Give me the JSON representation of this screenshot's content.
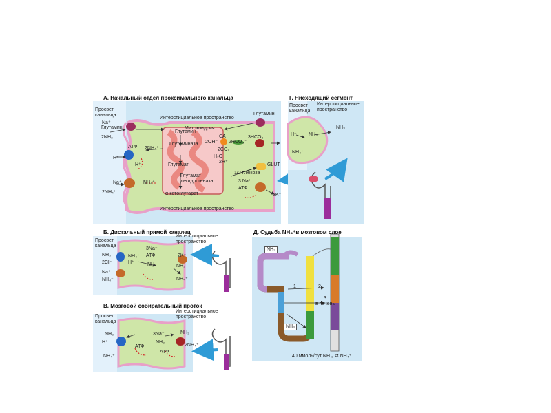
{
  "panelA": {
    "title": "А.  Начальный отдел проксимального канальца",
    "lumen": "Просвет\nканальца",
    "interstitial_top": "Интерстициальное пространство",
    "interstitial_bottom": "Интерстициальное пространство",
    "mito": "Митохондрия",
    "glutamine_l": "Глутамин",
    "glutamine_m": "Глутамин",
    "glutamine_r": "Глутамин",
    "glutaminase": "Глутаминаза",
    "glutamate": "Глутамат",
    "gdh": "Глутамат\nдегидрогеназа",
    "akg": "α-кетоглутарат",
    "na": "Na⁺",
    "two_nh3": "2NH₃",
    "atp": "АТФ",
    "two_nh4": "2NH₄⁺",
    "h1": "H⁺",
    "h2": "H⁺",
    "na2": "Na⁺",
    "two_nh4_b": "2NH₄⁺",
    "nh4": "NH₄⁺",
    "two_oh": "2OH⁻",
    "two_hco3": "2HCO₃⁻",
    "three_hco3": "3HCO₃⁻",
    "ca": "CA",
    "two_co2": "2CO₂",
    "h2o": "H₂O",
    "two_h": "2H⁺",
    "half_glucose": "1/2 глюкоза",
    "glut": "GLUT",
    "three_na": "3 Na⁺",
    "atp2": "АТФ",
    "two_k": "2K⁺"
  },
  "panelG": {
    "title": "Г.  Нисходящий сегмент",
    "lumen": "Просвет\nканальца",
    "interstitial": "Интерстициальное\nпространство",
    "h": "H⁺",
    "nh3": "NH₃",
    "nh3_r": "NH₃",
    "nh4": "NH₄⁺"
  },
  "panelB": {
    "title": "Б.  Дистальный прямой каналец",
    "lumen": "Просвет\nканальца",
    "interstitial": "Интерстициальное\nпространство",
    "nh3": "NH₃",
    "nh4": "NH₄⁺",
    "two_cl": "2Cl⁻",
    "na": "Na⁺",
    "nh4_b": "NH₄⁺",
    "three_na": "3Na⁺",
    "atp": "АТФ",
    "two_k": "2K⁺",
    "h": "H⁺",
    "nh3_m": "NH₃",
    "nh3_r": "NH₃",
    "nh4_r": "NH₄⁺"
  },
  "panelV": {
    "title": "В.  Мозговой собирательный проток",
    "lumen": "Просвет\nканальца",
    "interstitial": "Интерстициальное\nпространство",
    "nh3": "NH₃",
    "h": "H⁺",
    "nh4": "NH₄⁺",
    "three_na": "3Na⁺",
    "atp": "АТФ",
    "nh3_m": "NH₃",
    "nh3_r": "NH₃",
    "two_nh4": "2NH₄⁺",
    "atp2": "АТФ"
  },
  "panelD": {
    "title": "Д.  Судьба NH₄⁺в мозговом слое",
    "nh3_top": "NH₃",
    "nh3_bottom": "NH₃",
    "n1": "1",
    "n2": "2",
    "n3": "3",
    "liver": "в печень",
    "footer": "40 ммоль/сут NH ₃ ⇄ NH₄⁺"
  },
  "colors": {
    "interstitial": "#cfe7f5",
    "cell": "#cfe6a8",
    "membrane": "#e8a0c8",
    "mito": "#f6c9c9",
    "cristae": "#e7786f",
    "arrow": "#2f9bd6",
    "red": "#d22a2a"
  }
}
